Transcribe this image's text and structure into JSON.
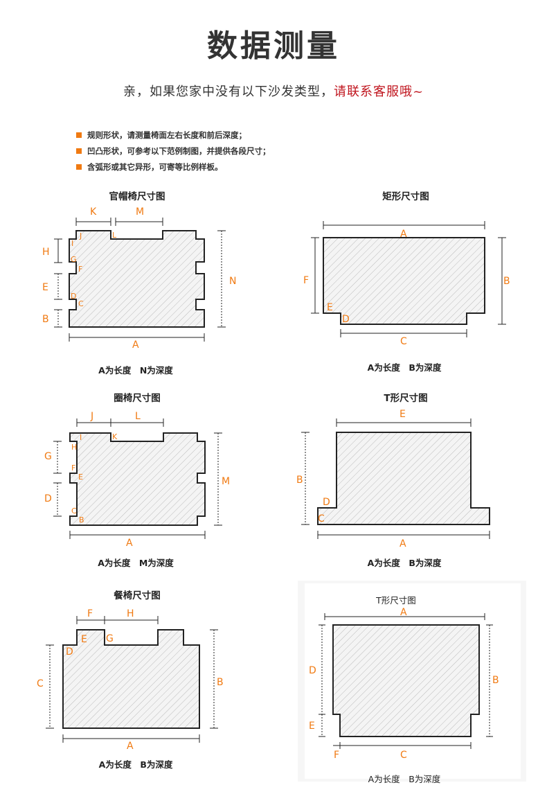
{
  "title": "数据测量",
  "subtitle": {
    "normal": "亲，如果您家中没有以下沙发类型，",
    "highlight": "请联系客服哦~"
  },
  "bullets": [
    "规则形状，请测量椅面左右长度和前后深度；",
    "凹凸形状，可参考以下范例制图，并提供各段尺寸；",
    "含弧形或其它异形，可寄等比例样板。"
  ],
  "colors": {
    "accent": "#f07a12",
    "highlight": "#c0151e"
  },
  "diagrams": [
    {
      "title": "官帽椅尺寸图",
      "caption": "A为长度　N为深度",
      "labels": [
        "K",
        "M",
        "H",
        "E",
        "B",
        "N",
        "A",
        "J",
        "L",
        "I",
        "G",
        "F",
        "D",
        "C"
      ]
    },
    {
      "title": "矩形尺寸图",
      "caption": "A为长度　B为深度",
      "labels": [
        "A",
        "F",
        "B",
        "E",
        "D",
        "C"
      ]
    },
    {
      "title": "圈椅尺寸图",
      "caption": "A为长度　M为深度",
      "labels": [
        "J",
        "L",
        "G",
        "D",
        "M",
        "A",
        "I",
        "H",
        "K",
        "F",
        "E",
        "C",
        "B"
      ]
    },
    {
      "title": "T形尺寸图",
      "caption": "A为长度　B为深度",
      "labels": [
        "E",
        "B",
        "A",
        "D",
        "C"
      ]
    },
    {
      "title": "餐椅尺寸图",
      "caption": "A为长度　B为深度",
      "labels": [
        "F",
        "H",
        "C",
        "B",
        "A",
        "E",
        "G",
        "D"
      ]
    },
    {
      "title": "T形尺寸图",
      "caption": "A为长度　B为深度",
      "labels": [
        "A",
        "D",
        "B",
        "E",
        "F",
        "C"
      ]
    }
  ]
}
